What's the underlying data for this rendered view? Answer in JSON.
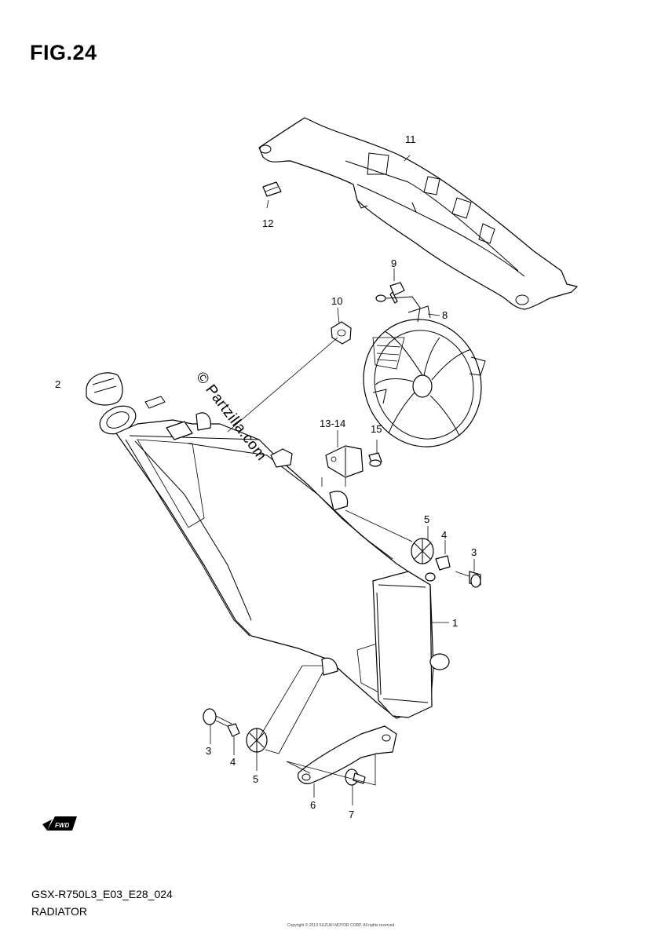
{
  "figure": {
    "title": "FIG.24"
  },
  "watermark": "© Partzilla.com",
  "footer": {
    "model_code": "GSX-R750L3_E03_E28_024",
    "section_name": "RADIATOR"
  },
  "fwd_badge": "FWD",
  "callouts": [
    "11",
    "12",
    "9",
    "10",
    "8",
    "2",
    "13-14",
    "15",
    "5",
    "4",
    "3",
    "1",
    "3",
    "4",
    "5",
    "6",
    "7"
  ],
  "copyright": "Copyright © 2013 SUZUKI MOTOR CORP. All rights reserved"
}
